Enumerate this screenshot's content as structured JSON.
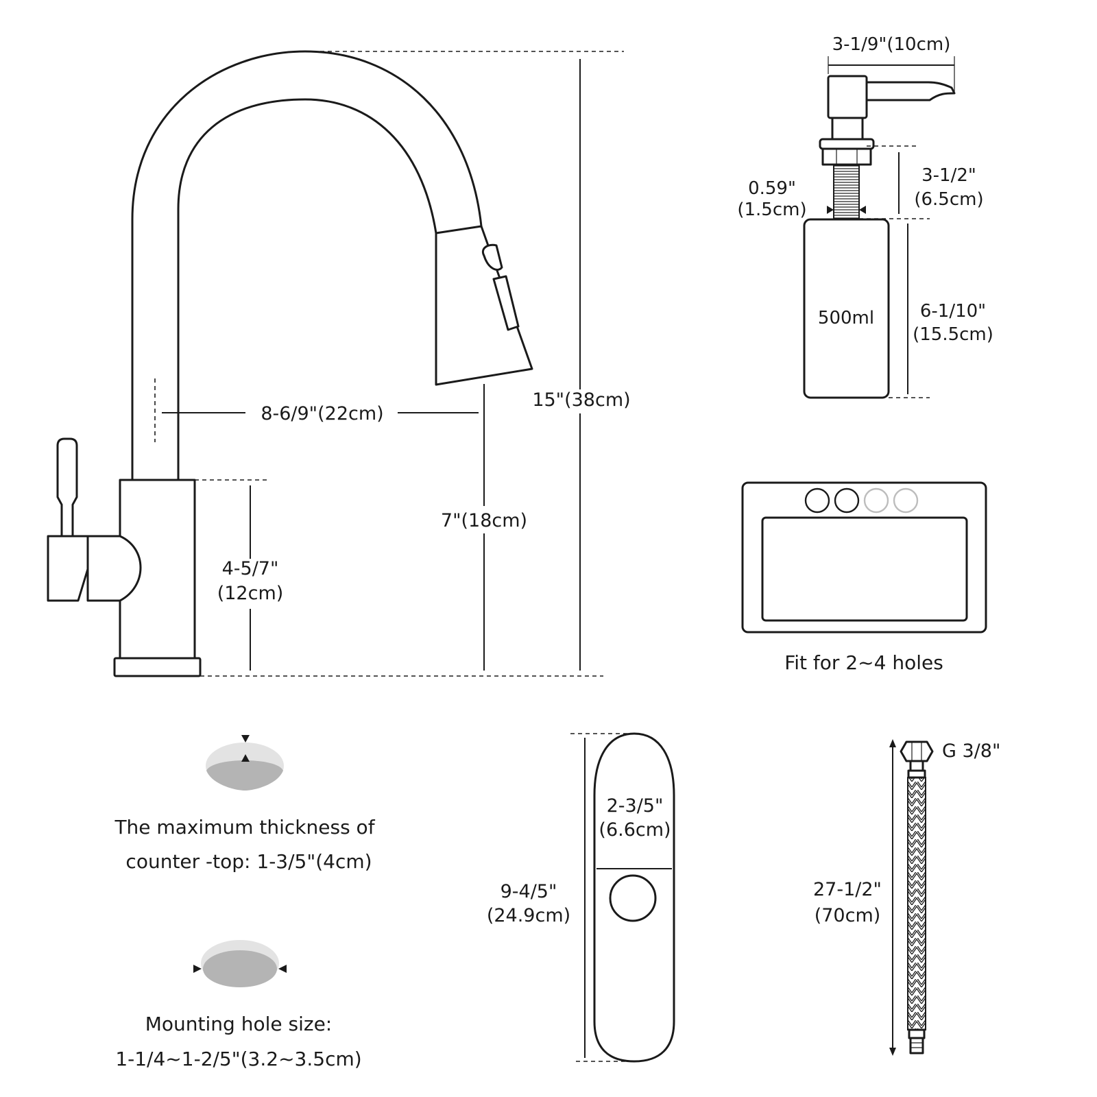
{
  "faucet": {
    "total_height": "15\"(38cm)",
    "reach": "8-6/9\"(22cm)",
    "spout_height": "7\"(18cm)",
    "base_height_line1": "4-5/7\"",
    "base_height_line2": "(12cm)"
  },
  "soap_dispenser": {
    "head_width": "3-1/9\"(10cm)",
    "shank_diameter_line1": "0.59\"",
    "shank_diameter_line2": "(1.5cm)",
    "shank_length_line1": "3-1/2\"",
    "shank_length_line2": "(6.5cm)",
    "bottle_capacity": "500ml",
    "bottle_height_line1": "6-1/10\"",
    "bottle_height_line2": "(15.5cm)"
  },
  "sink": {
    "caption": "Fit for 2~4 holes"
  },
  "countertop": {
    "thickness_line1": "The maximum thickness of",
    "thickness_line2": "counter -top: 1-3/5\"(4cm)",
    "hole_line1": "Mounting hole size:",
    "hole_line2": "1-1/4~1-2/5\"(3.2~3.5cm)"
  },
  "deck_plate": {
    "length_line1": "9-4/5\"",
    "length_line2": "(24.9cm)",
    "width_line1": "2-3/5\"",
    "width_line2": "(6.6cm)"
  },
  "hose": {
    "thread": "G 3/8\"",
    "length_line1": "27-1/2\"",
    "length_line2": "(70cm)"
  }
}
